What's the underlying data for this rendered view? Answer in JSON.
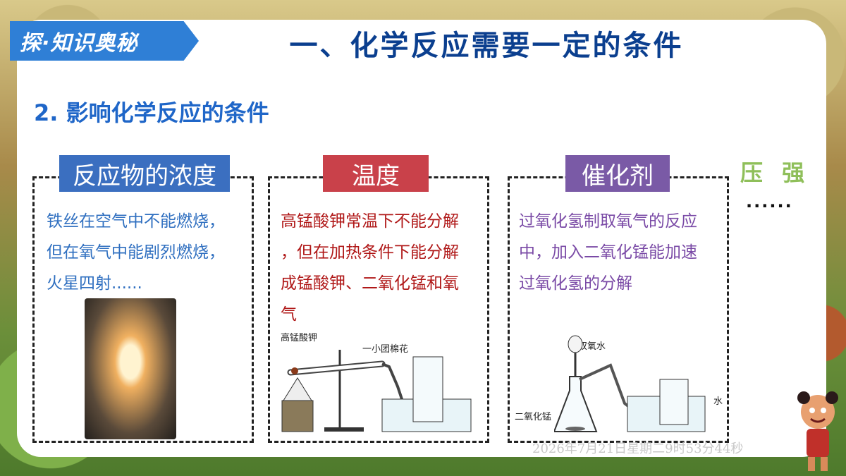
{
  "header": {
    "tag": "探·知识奥秘",
    "title": "一、化学反应需要一定的条件"
  },
  "subtitle": "2. 影响化学反应的条件",
  "cards": [
    {
      "label": "反应物的浓度",
      "label_color": "#3b6fc0",
      "text_color": "#2f6fc0",
      "lines": [
        "铁丝在空气中不能燃烧，",
        "但在氧气中能剧烈燃烧，",
        "火星四射......"
      ]
    },
    {
      "label": "温度",
      "label_color": "#c9414a",
      "text_color": "#b01818",
      "lines": [
        "高锰酸钾常温下不能分解",
        "，但在加热条件下能分解",
        "成锰酸钾、二氧化锰和氧",
        "气"
      ]
    },
    {
      "label": "催化剂",
      "label_color": "#7a5aa6",
      "text_color": "#7a4aa6",
      "lines": [
        "过氧化氢制取氧气的反应",
        "中，加入二氧化锰能加速",
        "过氧化氢的分解"
      ]
    }
  ],
  "extra": {
    "pressure": "压 强",
    "dots": "......"
  },
  "apparatus": {
    "kmno4": "高锰酸钾",
    "cotton": "一小团棉花",
    "h2o2": "双氧水",
    "mno2": "二氧化锰",
    "water": "水"
  },
  "watermark": "2026年7月21日星期二9时53分44秒"
}
